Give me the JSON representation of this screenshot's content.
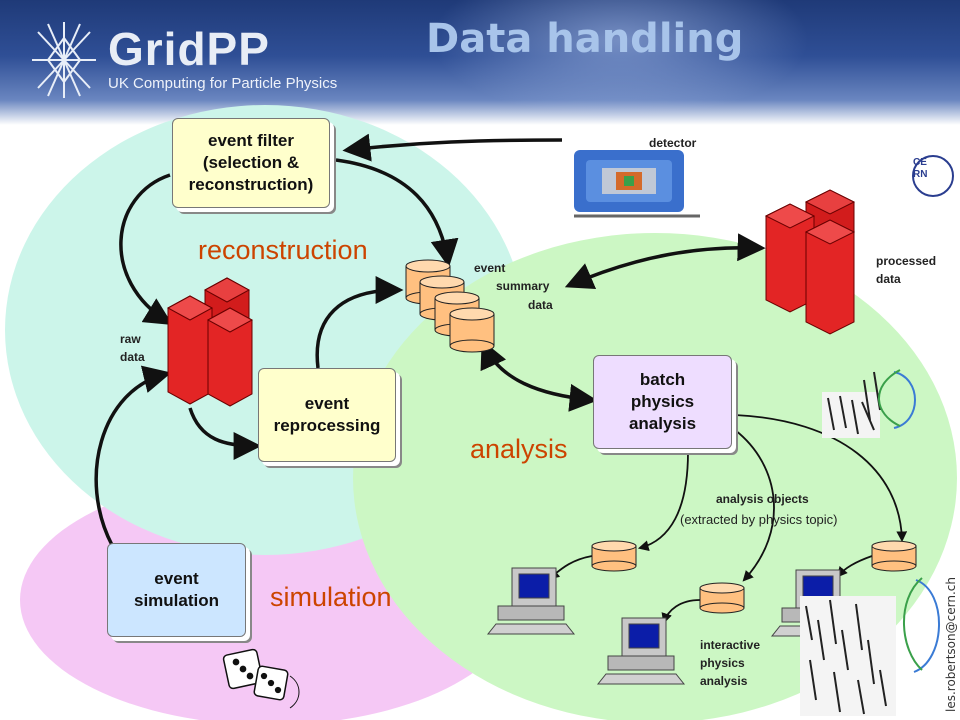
{
  "header": {
    "title": "Data handling",
    "logo_name": "GridPP",
    "logo_subtitle": "UK Computing for Particle Physics"
  },
  "regions": {
    "reconstruction": "reconstruction",
    "analysis": "analysis",
    "simulation": "simulation"
  },
  "boxes": {
    "event_filter": "event filter\n(selection &\nreconstruction)",
    "event_reprocessing": "event\nreprocessing",
    "batch_physics_analysis": "batch\nphysics\nanalysis",
    "event_simulation": "event\nsimulation"
  },
  "labels": {
    "detector": "detector",
    "event_summary_1": "event",
    "event_summary_2": "summary",
    "event_summary_3": "data",
    "raw_data": "raw\ndata",
    "processed_data": "processed\ndata",
    "analysis_objects": "analysis objects",
    "analysis_objects_sub": "(extracted by physics topic)",
    "interactive_analysis": "interactive\nphysics\nanalysis",
    "cern": "CERN",
    "email": "les.robertson@cern.ch"
  },
  "colors": {
    "reconstruction_region": "#ccf5ea",
    "analysis_region": "#ccf7c4",
    "simulation_region": "#f5c8f5",
    "region_text": "#cc4400",
    "title": "#a8c4ea",
    "header_blue": "#1f3a78",
    "tape_red": "#e32525",
    "disk_orange": "#ffc080"
  }
}
